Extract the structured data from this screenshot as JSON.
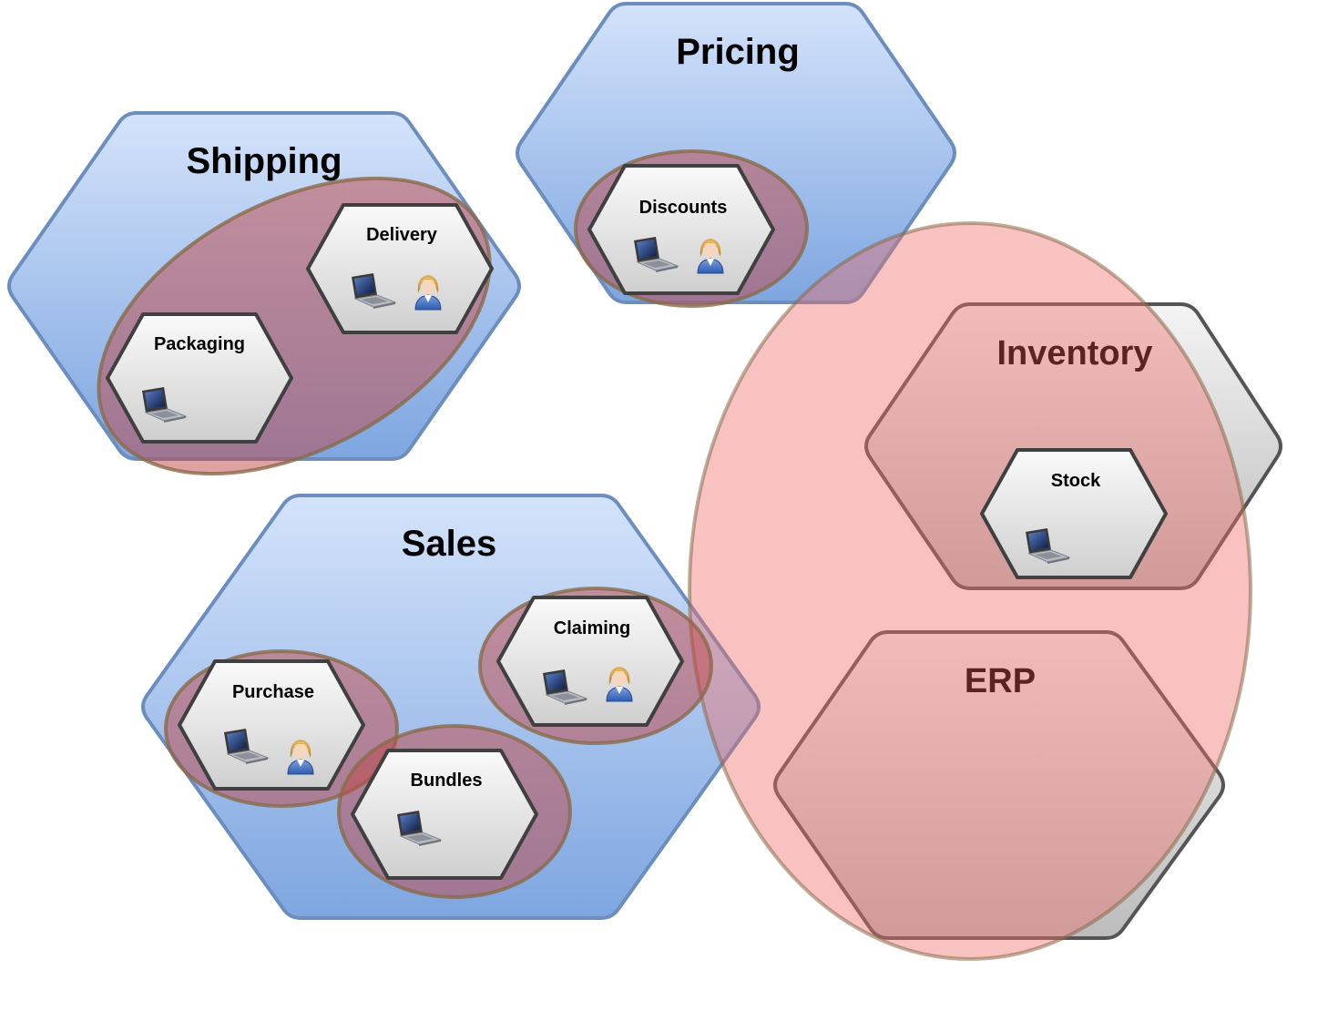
{
  "domains": [
    {
      "title": "Shipping"
    },
    {
      "title": "Pricing"
    },
    {
      "title": "Sales"
    }
  ],
  "legacy_systems": [
    {
      "title": "Inventory"
    },
    {
      "title": "ERP"
    }
  ],
  "services": {
    "delivery": {
      "label": "Delivery",
      "icons": [
        "laptop-icon",
        "user-icon"
      ]
    },
    "packaging": {
      "label": "Packaging",
      "icons": [
        "laptop-icon"
      ]
    },
    "discounts": {
      "label": "Discounts",
      "icons": [
        "laptop-icon",
        "user-icon"
      ]
    },
    "stock": {
      "label": "Stock",
      "icons": [
        "laptop-icon"
      ]
    },
    "claiming": {
      "label": "Claiming",
      "icons": [
        "laptop-icon",
        "user-icon"
      ]
    },
    "purchase": {
      "label": "Purchase",
      "icons": [
        "laptop-icon",
        "user-icon"
      ]
    },
    "bundles": {
      "label": "Bundles",
      "icons": [
        "laptop-icon"
      ]
    }
  },
  "colors": {
    "domain_fill_top": "#d4e3fb",
    "domain_fill_bottom": "#7ea6e0",
    "domain_stroke": "#6c8ebf",
    "team_fill": "#b85450",
    "team_stroke": "#8a6a4a",
    "legacy_fill_top": "#f2f2f2",
    "legacy_fill_bottom": "#bdbdbd",
    "legacy_stroke": "#555555",
    "service_stroke": "#404040"
  }
}
